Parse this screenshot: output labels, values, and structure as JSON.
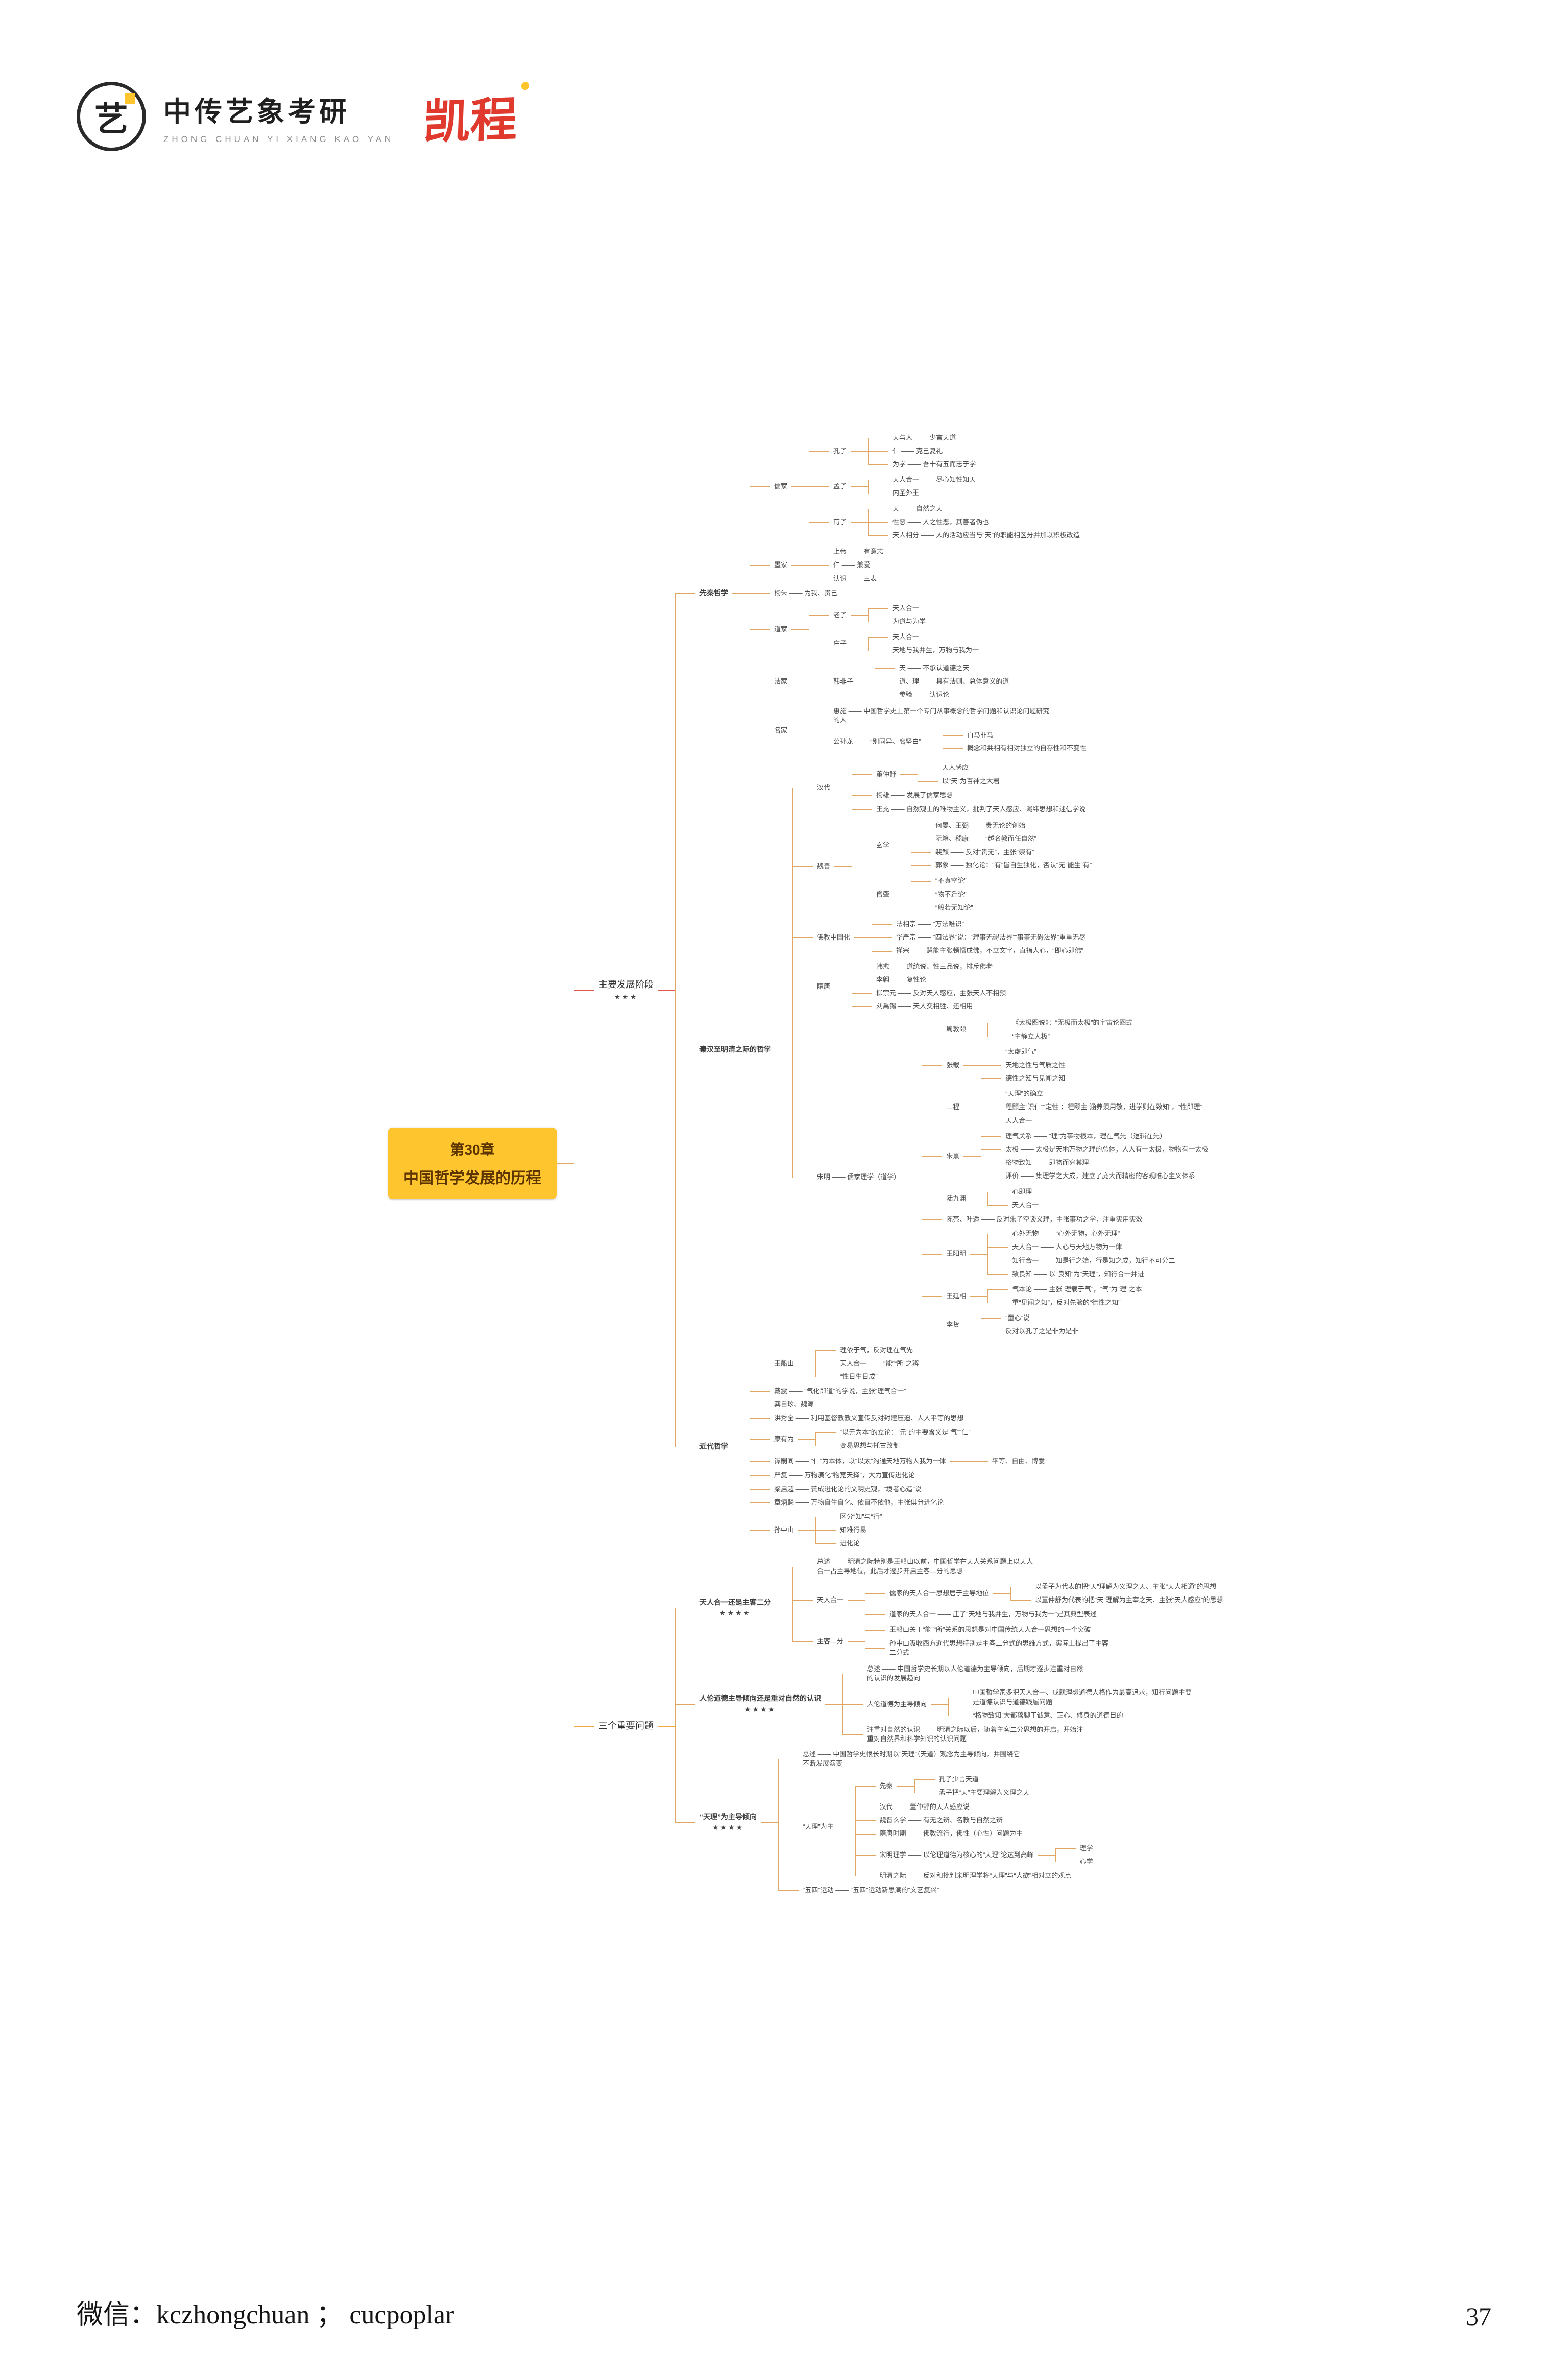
{
  "page": {
    "footer_left": "微信：kczhongchuan ； cucpoplar",
    "page_number": "37"
  },
  "logo": {
    "icon_char": "艺",
    "brand": "中传艺象考研",
    "brand_sub": "ZHONG CHUAN YI XIANG KAO YAN",
    "badge": "凯程"
  },
  "colors": {
    "root_bg": "#ffc52e",
    "branch1_line": "#e2574b",
    "branch2_line": "#f2a93c",
    "inner_line": "#dfa763",
    "text": "#4a4a4a"
  },
  "mindmap": {
    "root": {
      "chapter": "第30章",
      "title": "中国哲学发展的历程"
    },
    "branches": [
      {
        "t": "主要发展阶段",
        "s": "★★★",
        "col": "#e2574b",
        "c": [
          {
            "t": "先秦哲学",
            "c": [
              {
                "t": "儒家",
                "c": [
                  {
                    "t": "孔子",
                    "c": [
                      {
                        "t": "天与人 —— 少言天道"
                      },
                      {
                        "t": "仁 —— 克己复礼"
                      },
                      {
                        "t": "为学 —— 吾十有五而志于学"
                      }
                    ]
                  },
                  {
                    "t": "孟子",
                    "c": [
                      {
                        "t": "天人合一 —— 尽心知性知天"
                      },
                      {
                        "t": "内圣外王"
                      }
                    ]
                  },
                  {
                    "t": "荀子",
                    "c": [
                      {
                        "t": "天 —— 自然之天"
                      },
                      {
                        "t": "性恶 —— 人之性恶，其善者伪也"
                      },
                      {
                        "t": "天人相分 —— 人的活动应当与“天”的职能相区分并加以积极改造",
                        "w": 1
                      }
                    ]
                  }
                ]
              },
              {
                "t": "墨家",
                "c": [
                  {
                    "t": "上帝 —— 有意志"
                  },
                  {
                    "t": "仁 —— 兼爱"
                  },
                  {
                    "t": "认识 —— 三表"
                  }
                ]
              },
              {
                "t": "杨朱 —— 为我、贵己"
              },
              {
                "t": "道家",
                "c": [
                  {
                    "t": "老子",
                    "c": [
                      {
                        "t": "天人合一"
                      },
                      {
                        "t": "为道与为学"
                      }
                    ]
                  },
                  {
                    "t": "庄子",
                    "c": [
                      {
                        "t": "天人合一"
                      },
                      {
                        "t": "天地与我并生，万物与我为一"
                      }
                    ]
                  }
                ]
              },
              {
                "t": "法家",
                "c": [
                  {
                    "t": "韩非子",
                    "c": [
                      {
                        "t": "天 —— 不承认道德之天"
                      },
                      {
                        "t": "道、理 —— 具有法则、总体意义的道"
                      },
                      {
                        "t": "参验 —— 认识论"
                      }
                    ]
                  }
                ]
              },
              {
                "t": "名家",
                "c": [
                  {
                    "t": "惠施 —— 中国哲学史上第一个专门从事概念的哲学问题和认识论问题研究的人",
                    "w": 1
                  },
                  {
                    "t": "公孙龙 —— “别同异、离坚白”",
                    "c": [
                      {
                        "t": "白马非马"
                      },
                      {
                        "t": "概念和共相有相对独立的自存性和不变性",
                        "w": 1
                      }
                    ]
                  }
                ]
              }
            ]
          },
          {
            "t": "秦汉至明清之际的哲学",
            "c": [
              {
                "t": "汉代",
                "c": [
                  {
                    "t": "董仲舒",
                    "c": [
                      {
                        "t": "天人感应"
                      },
                      {
                        "t": "以“天”为百神之大君"
                      }
                    ]
                  },
                  {
                    "t": "扬雄 —— 发展了儒家思想"
                  },
                  {
                    "t": "王充 —— 自然观上的唯物主义，批判了天人感应、谶纬思想和迷信学说",
                    "w": 1
                  }
                ]
              },
              {
                "t": "魏晋",
                "c": [
                  {
                    "t": "玄学",
                    "c": [
                      {
                        "t": "何晏、王弼 —— 贵无论的创始"
                      },
                      {
                        "t": "阮籍、嵇康 —— “越名教而任自然”"
                      },
                      {
                        "t": "裴頠 —— 反对“贵无”，主张“崇有”"
                      },
                      {
                        "t": "郭象 —— 独化论：“有”皆自生独化，否认“无”能生“有”",
                        "w": 1
                      }
                    ]
                  },
                  {
                    "t": "僧肇",
                    "c": [
                      {
                        "t": "“不真空论”"
                      },
                      {
                        "t": "“物不迁论”"
                      },
                      {
                        "t": "“般若无知论”"
                      }
                    ]
                  }
                ]
              },
              {
                "t": "佛教中国化",
                "c": [
                  {
                    "t": "法相宗 —— “万法唯识”"
                  },
                  {
                    "t": "华严宗 —— “四法界”说：“理事无碍法界”“事事无碍法界”重重无尽",
                    "w": 1
                  },
                  {
                    "t": "禅宗 —— 慧能主张顿悟成佛，不立文字，直指人心，“即心即佛”",
                    "w": 1
                  }
                ]
              },
              {
                "t": "隋唐",
                "c": [
                  {
                    "t": "韩愈 —— 道统说、性三品说，排斥佛老"
                  },
                  {
                    "t": "李翱 —— 复性论"
                  },
                  {
                    "t": "柳宗元 —— 反对天人感应，主张天人不相预",
                    "w": 1
                  },
                  {
                    "t": "刘禹锡 —— 天人交相胜、还相用"
                  }
                ]
              },
              {
                "t": "宋明 —— 儒家理学（道学）",
                "c": [
                  {
                    "t": "周敦颐",
                    "c": [
                      {
                        "t": "《太极图说》：“无极而太极”的宇宙论图式",
                        "w": 1
                      },
                      {
                        "t": "“主静立人极”"
                      }
                    ]
                  },
                  {
                    "t": "张载",
                    "c": [
                      {
                        "t": "“太虚即气”"
                      },
                      {
                        "t": "天地之性与气质之性"
                      },
                      {
                        "t": "德性之知与见闻之知"
                      }
                    ]
                  },
                  {
                    "t": "二程",
                    "c": [
                      {
                        "t": "“天理”的确立"
                      },
                      {
                        "t": "程颢主“识仁”“定性”；程颐主“涵养须用敬，进学则在致知”，“性即理”",
                        "w": 1
                      },
                      {
                        "t": "天人合一"
                      }
                    ]
                  },
                  {
                    "t": "朱熹",
                    "c": [
                      {
                        "t": "理气关系 —— “理”为事物根本，理在气先（逻辑在先）",
                        "w": 1
                      },
                      {
                        "t": "太极 —— 太极是天地万物之理的总体，人人有一太极，物物有一太极",
                        "w": 1
                      },
                      {
                        "t": "格物致知 —— 即物而穷其理"
                      },
                      {
                        "t": "评价 —— 集理学之大成，建立了庞大而精密的客观唯心主义体系",
                        "w": 1
                      }
                    ]
                  },
                  {
                    "t": "陆九渊",
                    "c": [
                      {
                        "t": "心即理"
                      },
                      {
                        "t": "天人合一"
                      }
                    ]
                  },
                  {
                    "t": "陈亮、叶适 —— 反对朱子空谈义理，主张事功之学，注重实用实效",
                    "w": 1
                  },
                  {
                    "t": "王阳明",
                    "c": [
                      {
                        "t": "心外无物 —— “心外无物，心外无理”"
                      },
                      {
                        "t": "天人合一 —— 人心与天地万物为一体"
                      },
                      {
                        "t": "知行合一 —— 知是行之始，行是知之成，知行不可分二",
                        "w": 1
                      },
                      {
                        "t": "致良知 —— 以“良知”为“天理”，知行合一并进",
                        "w": 1
                      }
                    ]
                  },
                  {
                    "t": "王廷相",
                    "c": [
                      {
                        "t": "气本论 —— 主张“理载于气”，“气”为“理”之本",
                        "w": 1
                      },
                      {
                        "t": "重“见闻之知”，反对先验的“德性之知”",
                        "w": 1
                      }
                    ]
                  },
                  {
                    "t": "李贽",
                    "c": [
                      {
                        "t": "“童心”说"
                      },
                      {
                        "t": "反对以孔子之是非为是非"
                      }
                    ]
                  }
                ]
              }
            ]
          },
          {
            "t": "近代哲学",
            "c": [
              {
                "t": "王船山",
                "c": [
                  {
                    "t": "理依于气，反对理在气先"
                  },
                  {
                    "t": "天人合一 —— “能”“所”之辨"
                  },
                  {
                    "t": "“性日生日成”"
                  }
                ]
              },
              {
                "t": "戴震 —— “气化即道”的学说，主张“理气合一”",
                "w": 1
              },
              {
                "t": "龚自珍、魏源"
              },
              {
                "t": "洪秀全 —— 利用基督教教义宣传反对封建压迫、人人平等的思想",
                "w": 1
              },
              {
                "t": "康有为",
                "c": [
                  {
                    "t": "“以元为本”的立论：“元”的主要含义是“气”“仁”",
                    "w": 1
                  },
                  {
                    "t": "变易思想与托古改制"
                  }
                ]
              },
              {
                "t": "谭嗣同 —— “仁”为本体，以“以太”沟通天地万物人我为一体",
                "w": 1,
                "c": [
                  {
                    "t": "平等、自由、博爱"
                  }
                ]
              },
              {
                "t": "严复 —— 万物演化“物竞天择”，大力宣传进化论",
                "w": 1
              },
              {
                "t": "梁启超 —— 赞成进化论的文明史观，“境者心造”说",
                "w": 1
              },
              {
                "t": "章炳麟 —— 万物自生自化、依自不依他，主张俱分进化论",
                "w": 1
              },
              {
                "t": "孙中山",
                "c": [
                  {
                    "t": "区分“知”与“行”"
                  },
                  {
                    "t": "知难行易"
                  },
                  {
                    "t": "进化论"
                  }
                ]
              }
            ]
          }
        ]
      },
      {
        "t": "三个重要问题",
        "col": "#f2a93c",
        "c": [
          {
            "t": "天人合一还是主客二分",
            "s": "★★★★",
            "c": [
              {
                "t": "总述 —— 明清之际特别是王船山以前，中国哲学在天人关系问题上以天人合一占主导地位，此后才逐步开启主客二分的思想",
                "w": 1
              },
              {
                "t": "天人合一",
                "c": [
                  {
                    "t": "儒家的天人合一思想居于主导地位",
                    "c": [
                      {
                        "t": "以孟子为代表的把“天”理解为义理之天、主张“天人相通”的思想",
                        "w": 1
                      },
                      {
                        "t": "以董仲舒为代表的把“天”理解为主宰之天、主张“天人感应”的思想",
                        "w": 1
                      }
                    ]
                  },
                  {
                    "t": "道家的天人合一 —— 庄子“天地与我并生，万物与我为一”是其典型表述",
                    "w": 1
                  }
                ]
              },
              {
                "t": "主客二分",
                "c": [
                  {
                    "t": "王船山关于“能”“所”关系的思想是对中国传统天人合一思想的一个突破",
                    "w": 1
                  },
                  {
                    "t": "孙中山吸收西方近代思想特别是主客二分式的思维方式，实际上提出了主客二分式",
                    "w": 1
                  }
                ]
              }
            ]
          },
          {
            "t": "人伦道德主导倾向还是重对自然的认识",
            "s": "★★★★",
            "w": 1,
            "c": [
              {
                "t": "总述 —— 中国哲学史长期以人伦道德为主导倾向，后期才逐步注重对自然的认识的发展趋向",
                "w": 1
              },
              {
                "t": "人伦道德为主导倾向",
                "c": [
                  {
                    "t": "中国哲学家多把天人合一、成就理想道德人格作为最高追求，知行问题主要是道德认识与道德践履问题",
                    "w": 1
                  },
                  {
                    "t": "“格物致知”大都落脚于诚意、正心、修身的道德目的",
                    "w": 1
                  }
                ]
              },
              {
                "t": "注重对自然的认识 —— 明清之际以后，随着主客二分思想的开启，开始注重对自然界和科学知识的认识问题",
                "w": 1
              }
            ]
          },
          {
            "t": "“天理”为主导倾向",
            "s": "★★★★",
            "c": [
              {
                "t": "总述 —— 中国哲学史很长时期以“天理”（天道）观念为主导倾向，并围绕它不断发展演变",
                "w": 1
              },
              {
                "t": "“天理”为主",
                "c": [
                  {
                    "t": "先秦",
                    "c": [
                      {
                        "t": "孔子少言天道"
                      },
                      {
                        "t": "孟子把“天”主要理解为义理之天"
                      }
                    ]
                  },
                  {
                    "t": "汉代 —— 董仲舒的天人感应说"
                  },
                  {
                    "t": "魏晋玄学 —— 有无之辨、名教与自然之辨"
                  },
                  {
                    "t": "隋唐时期 —— 佛教流行，佛性（心性）问题为主",
                    "w": 1
                  },
                  {
                    "t": "宋明理学 —— 以伦理道德为核心的“天理”论达到高峰",
                    "w": 1,
                    "c": [
                      {
                        "t": "理学"
                      },
                      {
                        "t": "心学"
                      }
                    ]
                  },
                  {
                    "t": "明清之际 —— 反对和批判宋明理学将“天理”与“人欲”相对立的观点",
                    "w": 1
                  }
                ]
              },
              {
                "t": "“五四”运动 —— “五四”运动新思潮的“文艺复兴”"
              }
            ]
          }
        ]
      }
    ]
  }
}
